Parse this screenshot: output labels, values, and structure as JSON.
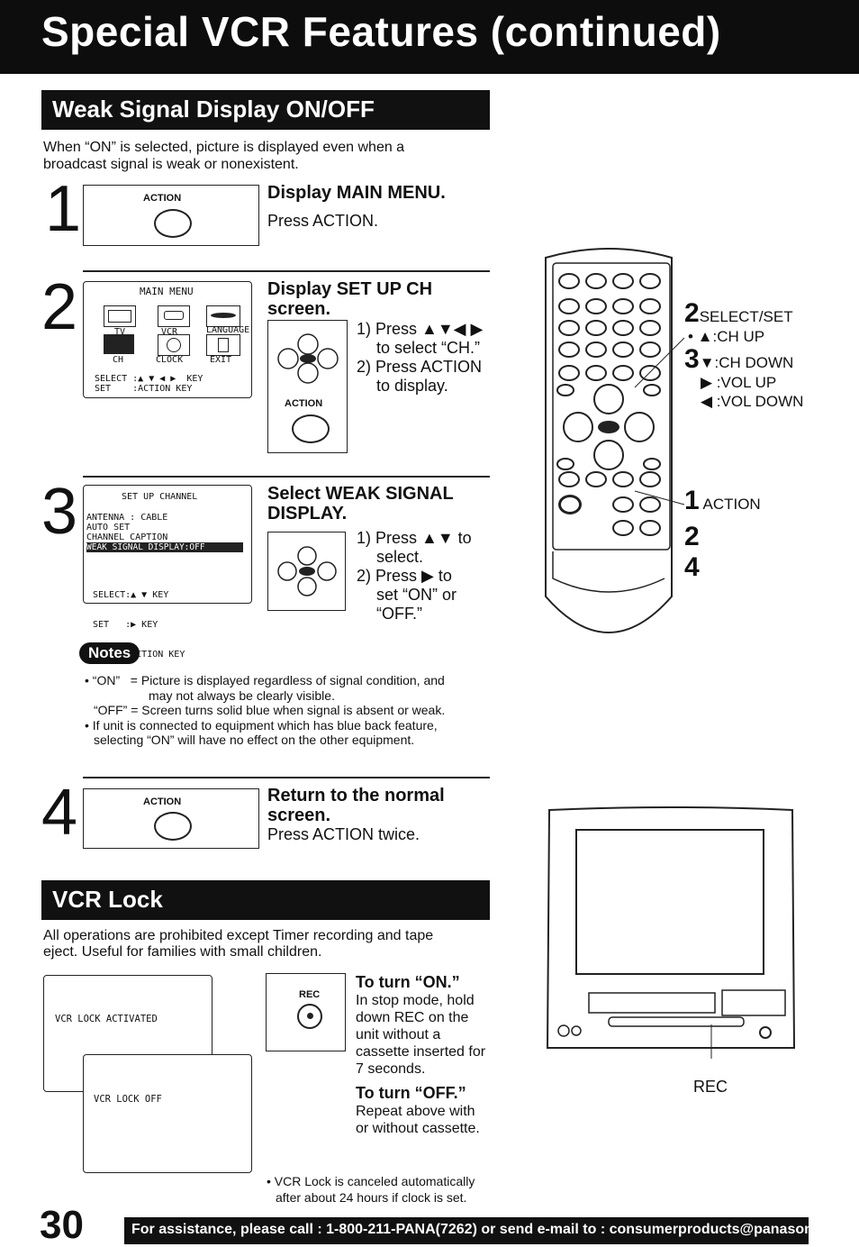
{
  "header": {
    "title": "Special VCR Features (continued)"
  },
  "weak_signal": {
    "heading": "Weak Signal Display ON/OFF",
    "intro_line1": "When “ON” is selected, picture is displayed even when a",
    "intro_line2": "broadcast signal is weak or nonexistent.",
    "step1": {
      "num": "1",
      "btn_label": "ACTION",
      "title": "Display MAIN MENU.",
      "text": "Press ACTION."
    },
    "step2": {
      "num": "2",
      "osd_title": "MAIN MENU",
      "icon_labels": [
        "TV",
        "VCR",
        "LANGUAGE",
        "CH",
        "CLOCK",
        "EXIT"
      ],
      "osd_line1": "SELECT :▲ ▼ ◀ ▶  KEY",
      "osd_line2": "SET    :ACTION KEY",
      "title_line1": "Display SET UP CH",
      "title_line2": "screen.",
      "inst1_a": "1) Press ▲▼◀ ▶",
      "inst1_b": "to select “CH.”",
      "inst2_a": "2) Press ACTION",
      "inst2_b": "to display.",
      "btn_label": "ACTION"
    },
    "step3": {
      "num": "3",
      "osd_title": "SET UP CHANNEL",
      "osd_lines": [
        "ANTENNA : CABLE",
        "AUTO SET",
        "CHANNEL CAPTION"
      ],
      "osd_highlight": "WEAK SIGNAL DISPLAY:OFF",
      "osd_keys": [
        "SELECT:▲ ▼ KEY",
        "SET   :▶ KEY",
        "END   :ACTION KEY"
      ],
      "title_line1": "Select WEAK SIGNAL",
      "title_line2": "DISPLAY.",
      "inst1_a": "1) Press ▲▼  to",
      "inst1_b": "select.",
      "inst2_a": "2) Press ▶ to",
      "inst2_b": "set “ON” or",
      "inst2_c": "“OFF.”"
    },
    "notes": {
      "label": "Notes",
      "n1_a": "• “ON”   = Picture is displayed regardless of signal condition, and",
      "n1_b": "may not always be clearly visible.",
      "n1_c": "“OFF” = Screen turns solid blue when signal is absent or weak.",
      "n2_a": "• If unit is connected to equipment which has blue back feature,",
      "n2_b": "selecting “ON” will have no effect on the other equipment."
    },
    "step4": {
      "num": "4",
      "btn_label": "ACTION",
      "title_line1": "Return to the normal",
      "title_line2": "screen.",
      "text": "Press ACTION twice."
    }
  },
  "remote": {
    "lbl_2": "2",
    "lbl_select": "SELECT/SET",
    "lbl_chup": "• ▲:CH UP",
    "lbl_3": "3",
    "lbl_chdown": "▼:CH DOWN",
    "lbl_volup": "▶ :VOL UP",
    "lbl_voldown": "◀ :VOL DOWN",
    "lbl_1": "1",
    "lbl_action": "ACTION",
    "lbl_2b": "2",
    "lbl_4": "4"
  },
  "vcr_lock": {
    "heading": "VCR Lock",
    "intro_line1": "All operations are prohibited except Timer recording and tape",
    "intro_line2": "eject. Useful for families with small children.",
    "osd_on": "VCR LOCK ACTIVATED",
    "osd_off": "VCR LOCK OFF",
    "rec_label": "REC",
    "on_title": "To turn “ON.”",
    "on_lines": [
      "In stop mode, hold",
      "down REC on the",
      "unit without a",
      "cassette inserted for",
      "7 seconds."
    ],
    "off_title": "To turn “OFF.”",
    "off_lines": [
      "Repeat above with",
      "or without cassette."
    ],
    "note_a": "• VCR Lock is canceled automatically",
    "note_b": "after about 24 hours if clock is set.",
    "tv_rec_label": "REC"
  },
  "footer": {
    "page_num": "30",
    "assist": "For assistance, please call : 1-800-211-PANA(7262) or send e-mail to : consumerproducts@panasonic.com"
  }
}
